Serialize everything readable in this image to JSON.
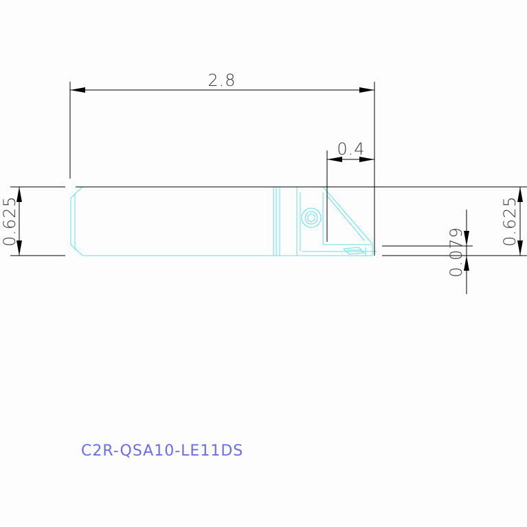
{
  "drawing": {
    "model_number": "C2R-QSA10-LE11DS",
    "colors": {
      "part_outline": "#5fe3ea",
      "dimension_lines": "#000000",
      "dimension_text": "#3a3a3a",
      "model_text": "#6b6bf0",
      "background": "#fdfdfd"
    },
    "dimensions": {
      "overall_length": "2.8",
      "head_length": "0.4",
      "shank_height_left": "0.625",
      "shank_height_right": "0.625",
      "tip_offset": "0.079"
    }
  }
}
